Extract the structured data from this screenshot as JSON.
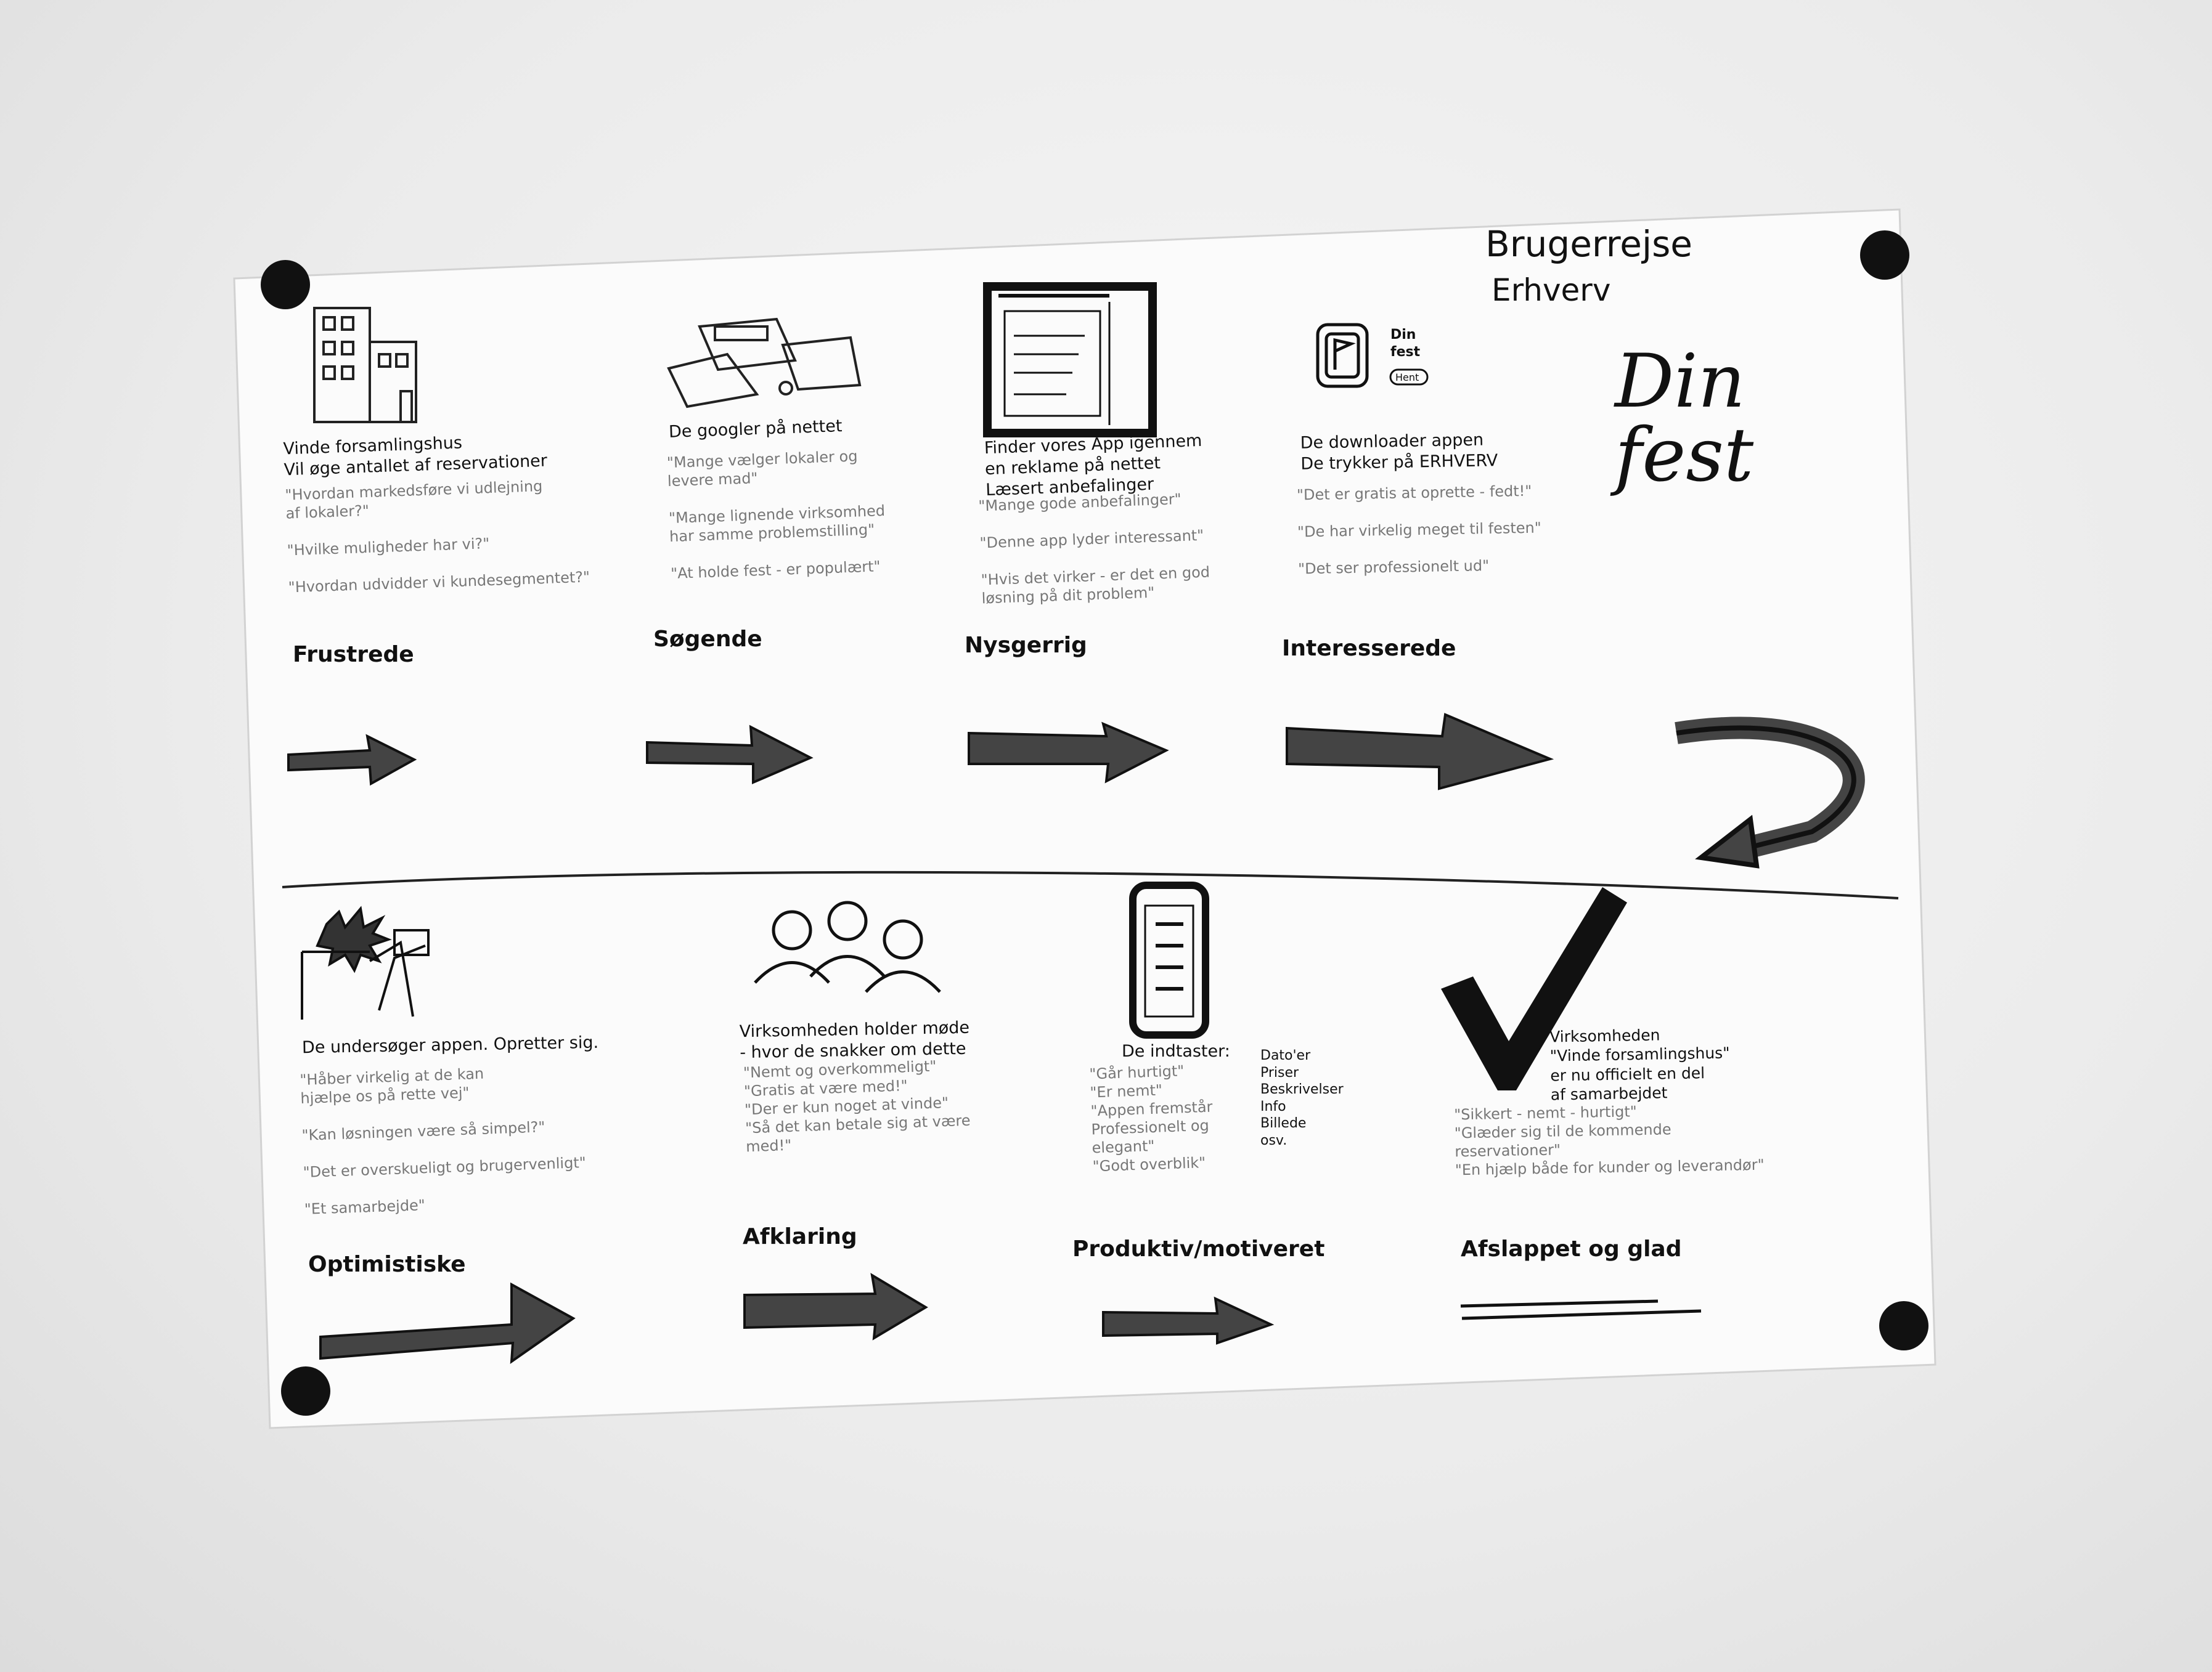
{
  "poster": {
    "title": "Brugerrejse",
    "subtitle": "Erhverv",
    "logo": "Din\n  fest",
    "app_icon_label": "Din\nfest",
    "app_icon_button": "Hent"
  },
  "stages": [
    {
      "caption": "Vinde forsamlingshus\nVil øge antallet af reservationer",
      "quotes": "\"Hvordan markedsføre vi udlejning\naf lokaler?\"\n\n\"Hvilke muligheder har vi?\"\n\n\"Hvordan udvidder vi kundesegmentet?\"",
      "stage": "Frustrede"
    },
    {
      "caption": "De googler på nettet",
      "quotes": "\"Mange vælger lokaler og\nlevere mad\"\n\n\"Mange lignende virksomhed\nhar samme problemstilling\"\n\n\"At holde fest - er populært\"",
      "stage": "Søgende"
    },
    {
      "caption": "Finder vores App igennem\nen reklame på nettet\nLæsert anbefalinger",
      "quotes": "\"Mange gode anbefalinger\"\n\n\"Denne app lyder interessant\"\n\n\"Hvis det virker - er det en god\nløsning på dit problem\"",
      "stage": "Nysgerrig"
    },
    {
      "caption": "De downloader appen\nDe trykker på ERHVERV",
      "quotes": "\"Det er gratis at oprette - fedt!\"\n\n\"De har virkelig meget til festen\"\n\n\"Det ser professionelt ud\"",
      "stage": "Interesserede"
    },
    {
      "caption": "De undersøger appen. Opretter sig.",
      "quotes": "\"Håber virkelig at de kan\nhjælpe os på rette vej\"\n\n\"Kan løsningen være så simpel?\"\n\n\"Det er overskueligt og brugervenligt\"\n\n\"Et samarbejde\"",
      "stage": "Optimistiske"
    },
    {
      "caption": "Virksomheden holder møde\n- hvor de snakker om dette",
      "quotes": "\"Nemt og overkommeligt\"\n\"Gratis at være med!\"\n\"Der er kun noget at vinde\"\n\"Så det kan betale sig at være\nmed!\"",
      "stage": "Afklaring"
    },
    {
      "caption": "De indtaster:",
      "fields": "Dato'er\nPriser\nBeskrivelser\nInfo\nBillede\nosv.",
      "quotes": "\"Går hurtigt\"\n\"Er nemt\"\n\"Appen fremstår\nProfessionelt og\nelegant\"\n\"Godt overblik\"",
      "stage": "Produktiv/motiveret"
    },
    {
      "caption": "Virksomheden\n\"Vinde forsamlingshus\"\ner nu officielt en del\naf samarbejdet",
      "quotes": "\"Sikkert - nemt - hurtigt\"\n\"Glæder sig til de kommende\nreservationer\"\n\"En hjælp både for kunder og leverandør\"",
      "stage": "Afslappet og glad"
    }
  ]
}
